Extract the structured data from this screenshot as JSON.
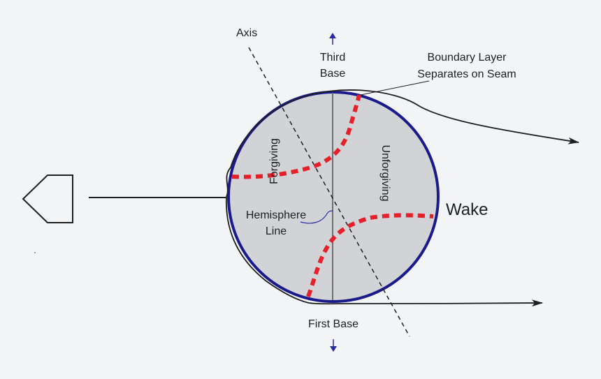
{
  "labels": {
    "axis": "Axis",
    "third_base_line1": "Third",
    "third_base_line2": "Base",
    "boundary_line1": "Boundary Layer",
    "boundary_line2": "Separates on Seam",
    "forgiving": "Forgiving",
    "unforgiving": "Unforgiving",
    "hemisphere_line1": "Hemisphere",
    "hemisphere_line2": "Line",
    "wake": "Wake",
    "first_base": "First Base"
  },
  "colors": {
    "background": "#f3f4f6",
    "ball_fill": "#d1d3d6",
    "ball_outline": "#1a1a8c",
    "seam": "#e4202a",
    "arrow_blue": "#2a2aa0",
    "ink": "#1e1e1e"
  },
  "icons": {
    "pitcher": "pentagon-arrow-icon"
  }
}
